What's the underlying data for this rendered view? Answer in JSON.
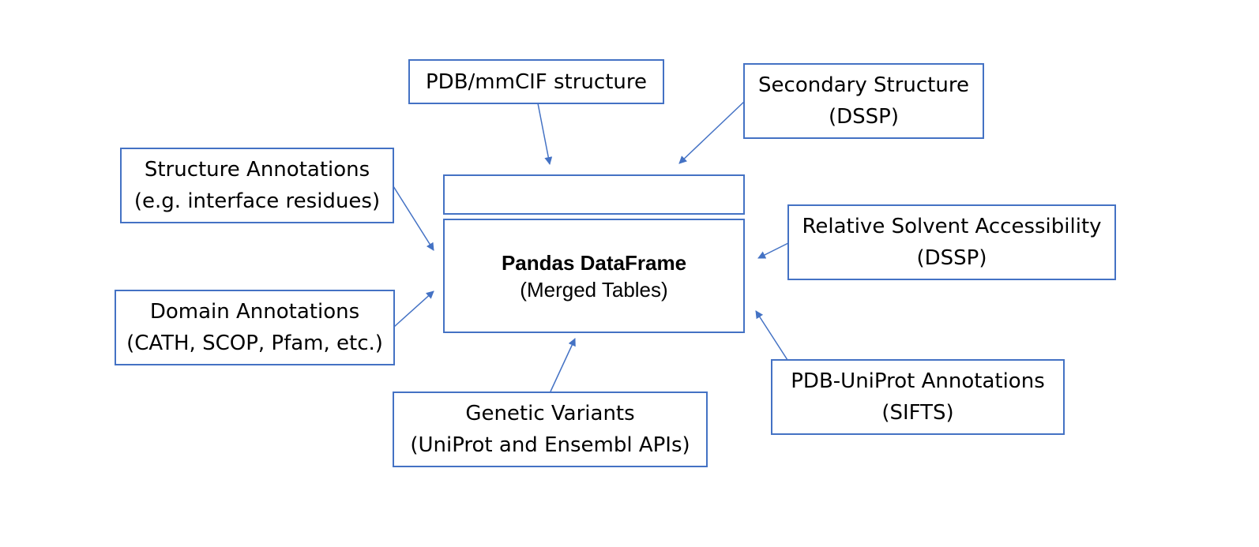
{
  "colors": {
    "stroke": "#4472C4",
    "text": "#000000",
    "background": "#ffffff"
  },
  "center": {
    "title": "Pandas DataFrame",
    "subtitle": "(Merged Tables)"
  },
  "sources": {
    "pdb_structure": {
      "line1": "PDB/mmCIF structure"
    },
    "secondary_structure": {
      "line1": "Secondary Structure",
      "line2": "(DSSP)"
    },
    "structure_annotations": {
      "line1": "Structure Annotations",
      "line2": "(e.g. interface residues)"
    },
    "solvent_accessibility": {
      "line1": "Relative Solvent Accessibility",
      "line2": "(DSSP)"
    },
    "domain_annotations": {
      "line1": "Domain Annotations",
      "line2": "(CATH, SCOP, Pfam, etc.)"
    },
    "uniprot_annotations": {
      "line1": "PDB-UniProt Annotations",
      "line2": "(SIFTS)"
    },
    "genetic_variants": {
      "line1": "Genetic Variants",
      "line2": "(UniProt and Ensembl APIs)"
    }
  }
}
